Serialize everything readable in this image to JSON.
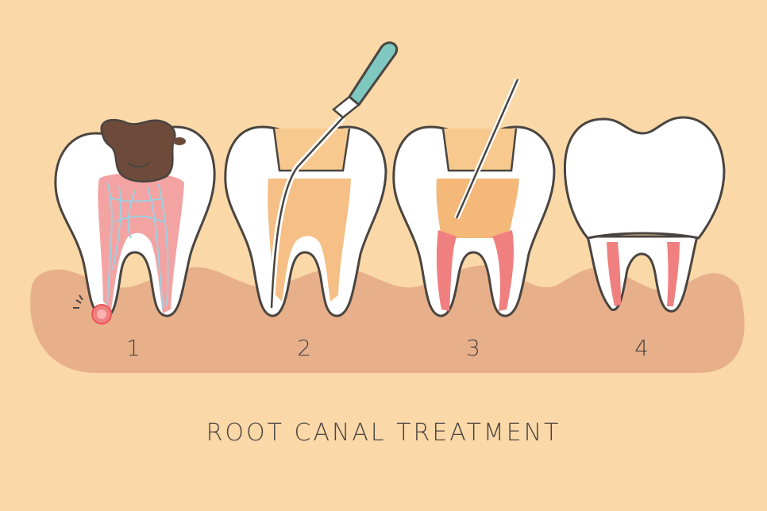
{
  "caption": "ROOT CANAL TREATMENT",
  "steps": [
    {
      "label": "1",
      "description": "decayed-tooth-infected-pulp"
    },
    {
      "label": "2",
      "description": "pulp-removal-with-syringe"
    },
    {
      "label": "3",
      "description": "canal-cleaning-with-file"
    },
    {
      "label": "4",
      "description": "crown-restored-tooth"
    }
  ],
  "colors": {
    "background": "#FAD8A8",
    "gum": "#E8B08A",
    "tooth": "#FFFFFF",
    "outline": "#4A4540",
    "pulp_infected": "#F4A3A3",
    "pulp_cleaned": "#F4B878",
    "decay": "#6E4A3A",
    "nerve": "#9ECFE0",
    "syringe": "#7EC8C0",
    "root_filling": "#F08080"
  },
  "icons": [
    "tooth-icon",
    "syringe-icon",
    "endodontic-file-icon",
    "crown-icon",
    "abscess-icon"
  ]
}
